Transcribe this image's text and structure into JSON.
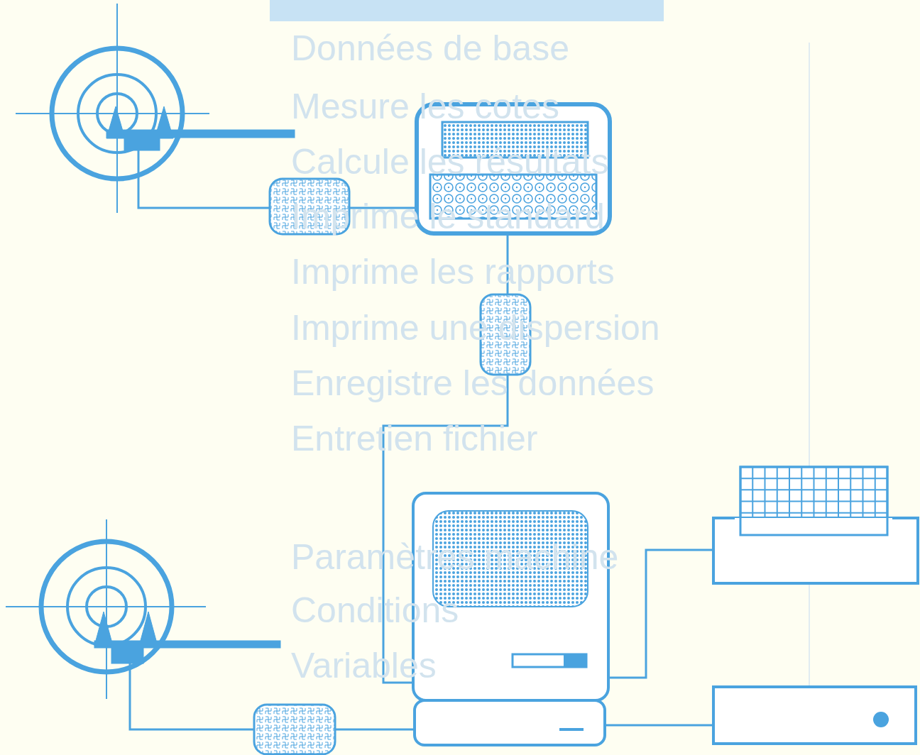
{
  "diagram": {
    "labels": [
      "Données de base",
      "Mesure les cotes",
      "Calcule les résultats",
      "Imprime le standard",
      "Imprime les rapports",
      "Imprime une dispersion",
      "Enregistre les données",
      "Entretien fichier",
      "Paramètres machine",
      "Conditions",
      "Variables"
    ]
  }
}
